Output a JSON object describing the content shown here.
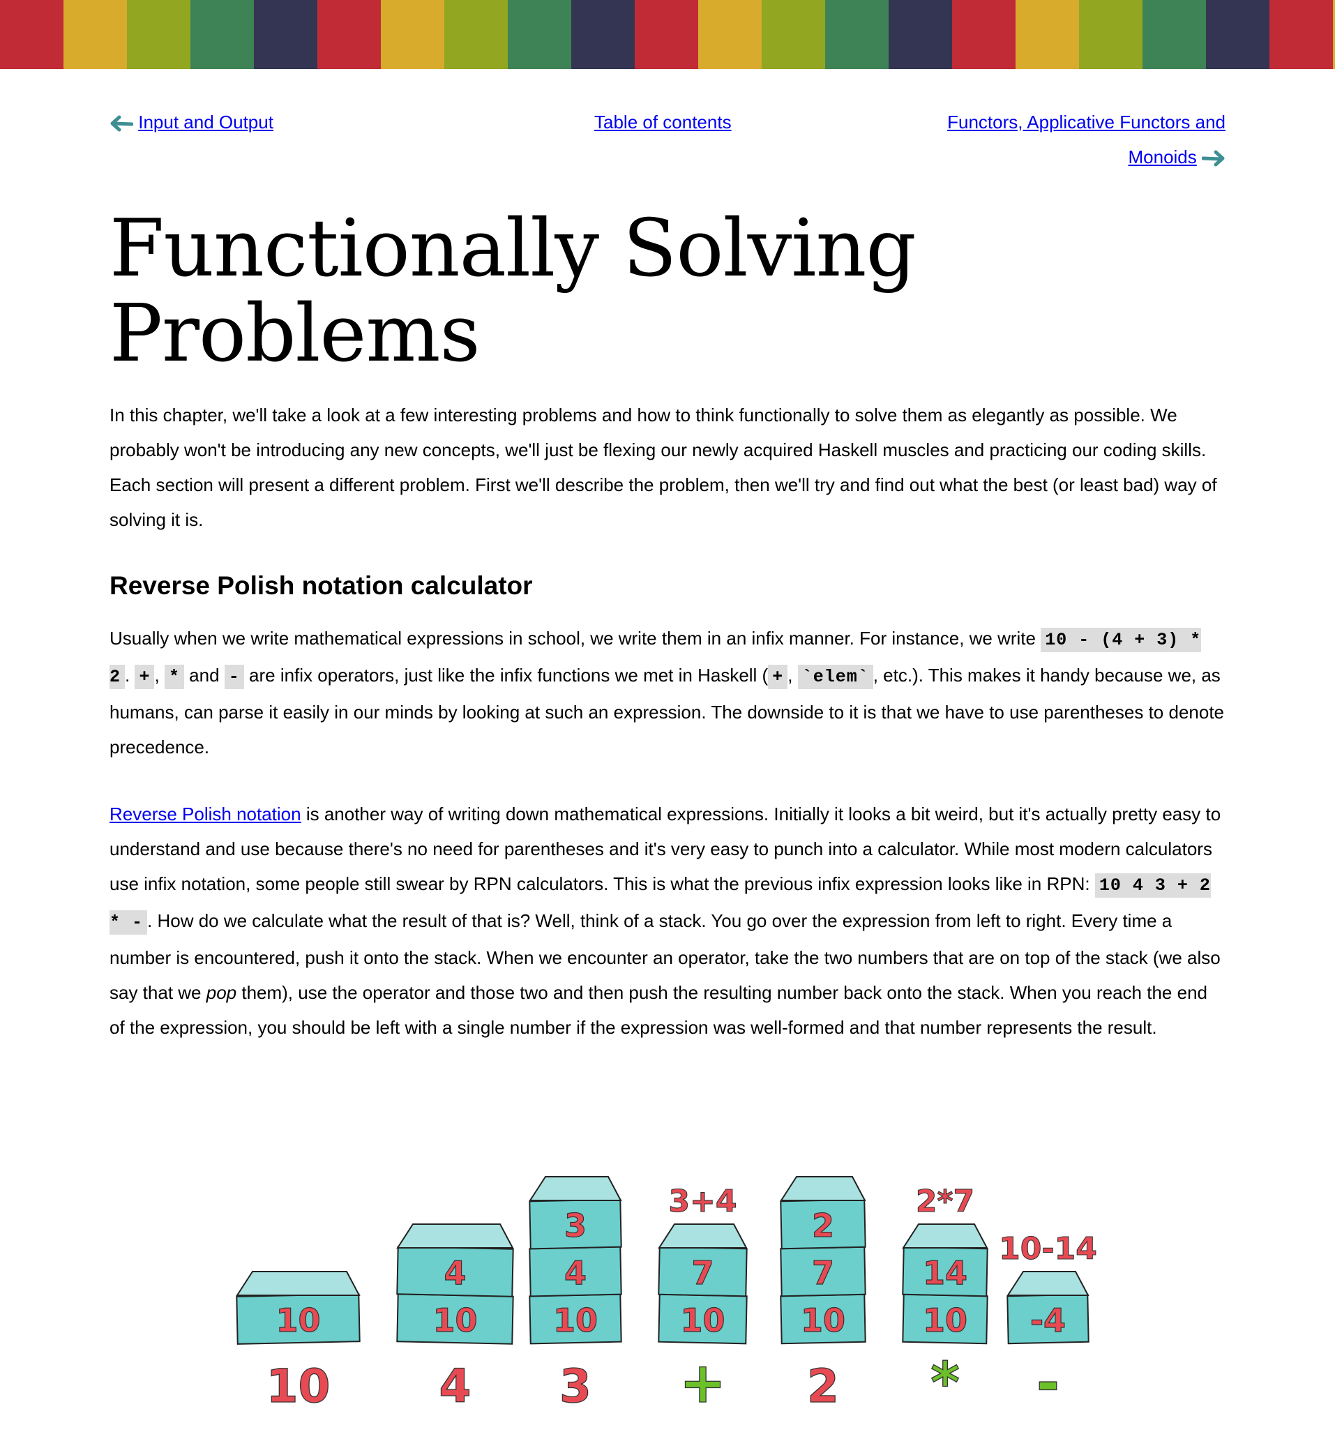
{
  "nav": {
    "prev_label": "Input and Output",
    "toc_label": "Table of contents",
    "next_label": "Functors, Applicative Functors and Monoids"
  },
  "page": {
    "title": "Functionally Solving Problems",
    "intro": "In this chapter, we'll take a look at a few interesting problems and how to think functionally to solve them as elegantly as possible. We probably won't be introducing any new concepts, we'll just be flexing our newly acquired Haskell muscles and practicing our coding skills. Each section will present a different problem. First we'll describe the problem, then we'll try and find out what the best (or least bad) way of solving it is."
  },
  "section": {
    "heading": "Reverse Polish notation calculator",
    "p1": {
      "a": "Usually when we write mathematical expressions in school, we write them in an infix manner. For instance, we write ",
      "code1": "10 - (4 + 3) * 2",
      "b": ". ",
      "code2": "+",
      "c": ", ",
      "code3": "*",
      "d": " and ",
      "code4": "-",
      "e": " are infix operators, just like the infix functions we met in Haskell (",
      "code5": "+",
      "f": ", ",
      "code6": "`elem`",
      "g": ", etc.). This makes it handy because we, as humans, can parse it easily in our minds by looking at such an expression. The downside to it is that we have to use parentheses to denote precedence."
    },
    "p2": {
      "link": "Reverse Polish notation",
      "a": " is another way of writing down mathematical expressions. Initially it looks a bit weird, but it's actually pretty easy to understand and use because there's no need for parentheses and it's very easy to punch into a calculator. While most modern calculators use infix notation, some people still swear by RPN calculators. This is what the previous infix expression looks like in RPN: ",
      "code": "10 4 3 + 2 * -",
      "b": ". How do we calculate what the result of that is? Well, think of a stack. You go over the expression from left to right. Every time a number is encountered, push it onto the stack. When we encounter an operator, take the two numbers that are on top of the stack (we also say that we ",
      "em": "pop",
      "c": " them), use the operator and those two and then push the resulting number back onto the stack. When you reach the end of the expression, you should be left with a single number if the expression was well-formed and that number represents the result."
    }
  },
  "figure": {
    "stacks": [
      {
        "boxes": [
          "10"
        ],
        "step": "10"
      },
      {
        "boxes": [
          "4",
          "10"
        ],
        "step": "4"
      },
      {
        "boxes": [
          "3",
          "4",
          "10"
        ],
        "step": "3"
      },
      {
        "boxes": [
          "7",
          "10"
        ],
        "step": "+",
        "note": "3+4"
      },
      {
        "boxes": [
          "2",
          "7",
          "10"
        ],
        "step": "2"
      },
      {
        "boxes": [
          "14",
          "10"
        ],
        "step": "*",
        "note": "2*7"
      },
      {
        "boxes": [
          "-4"
        ],
        "step": "-",
        "note": "10-14"
      }
    ],
    "colors": {
      "box": "#6ccfcc",
      "roof": "#a9e2e0",
      "number": "#e84a53",
      "operator": "#6cc02a"
    }
  }
}
